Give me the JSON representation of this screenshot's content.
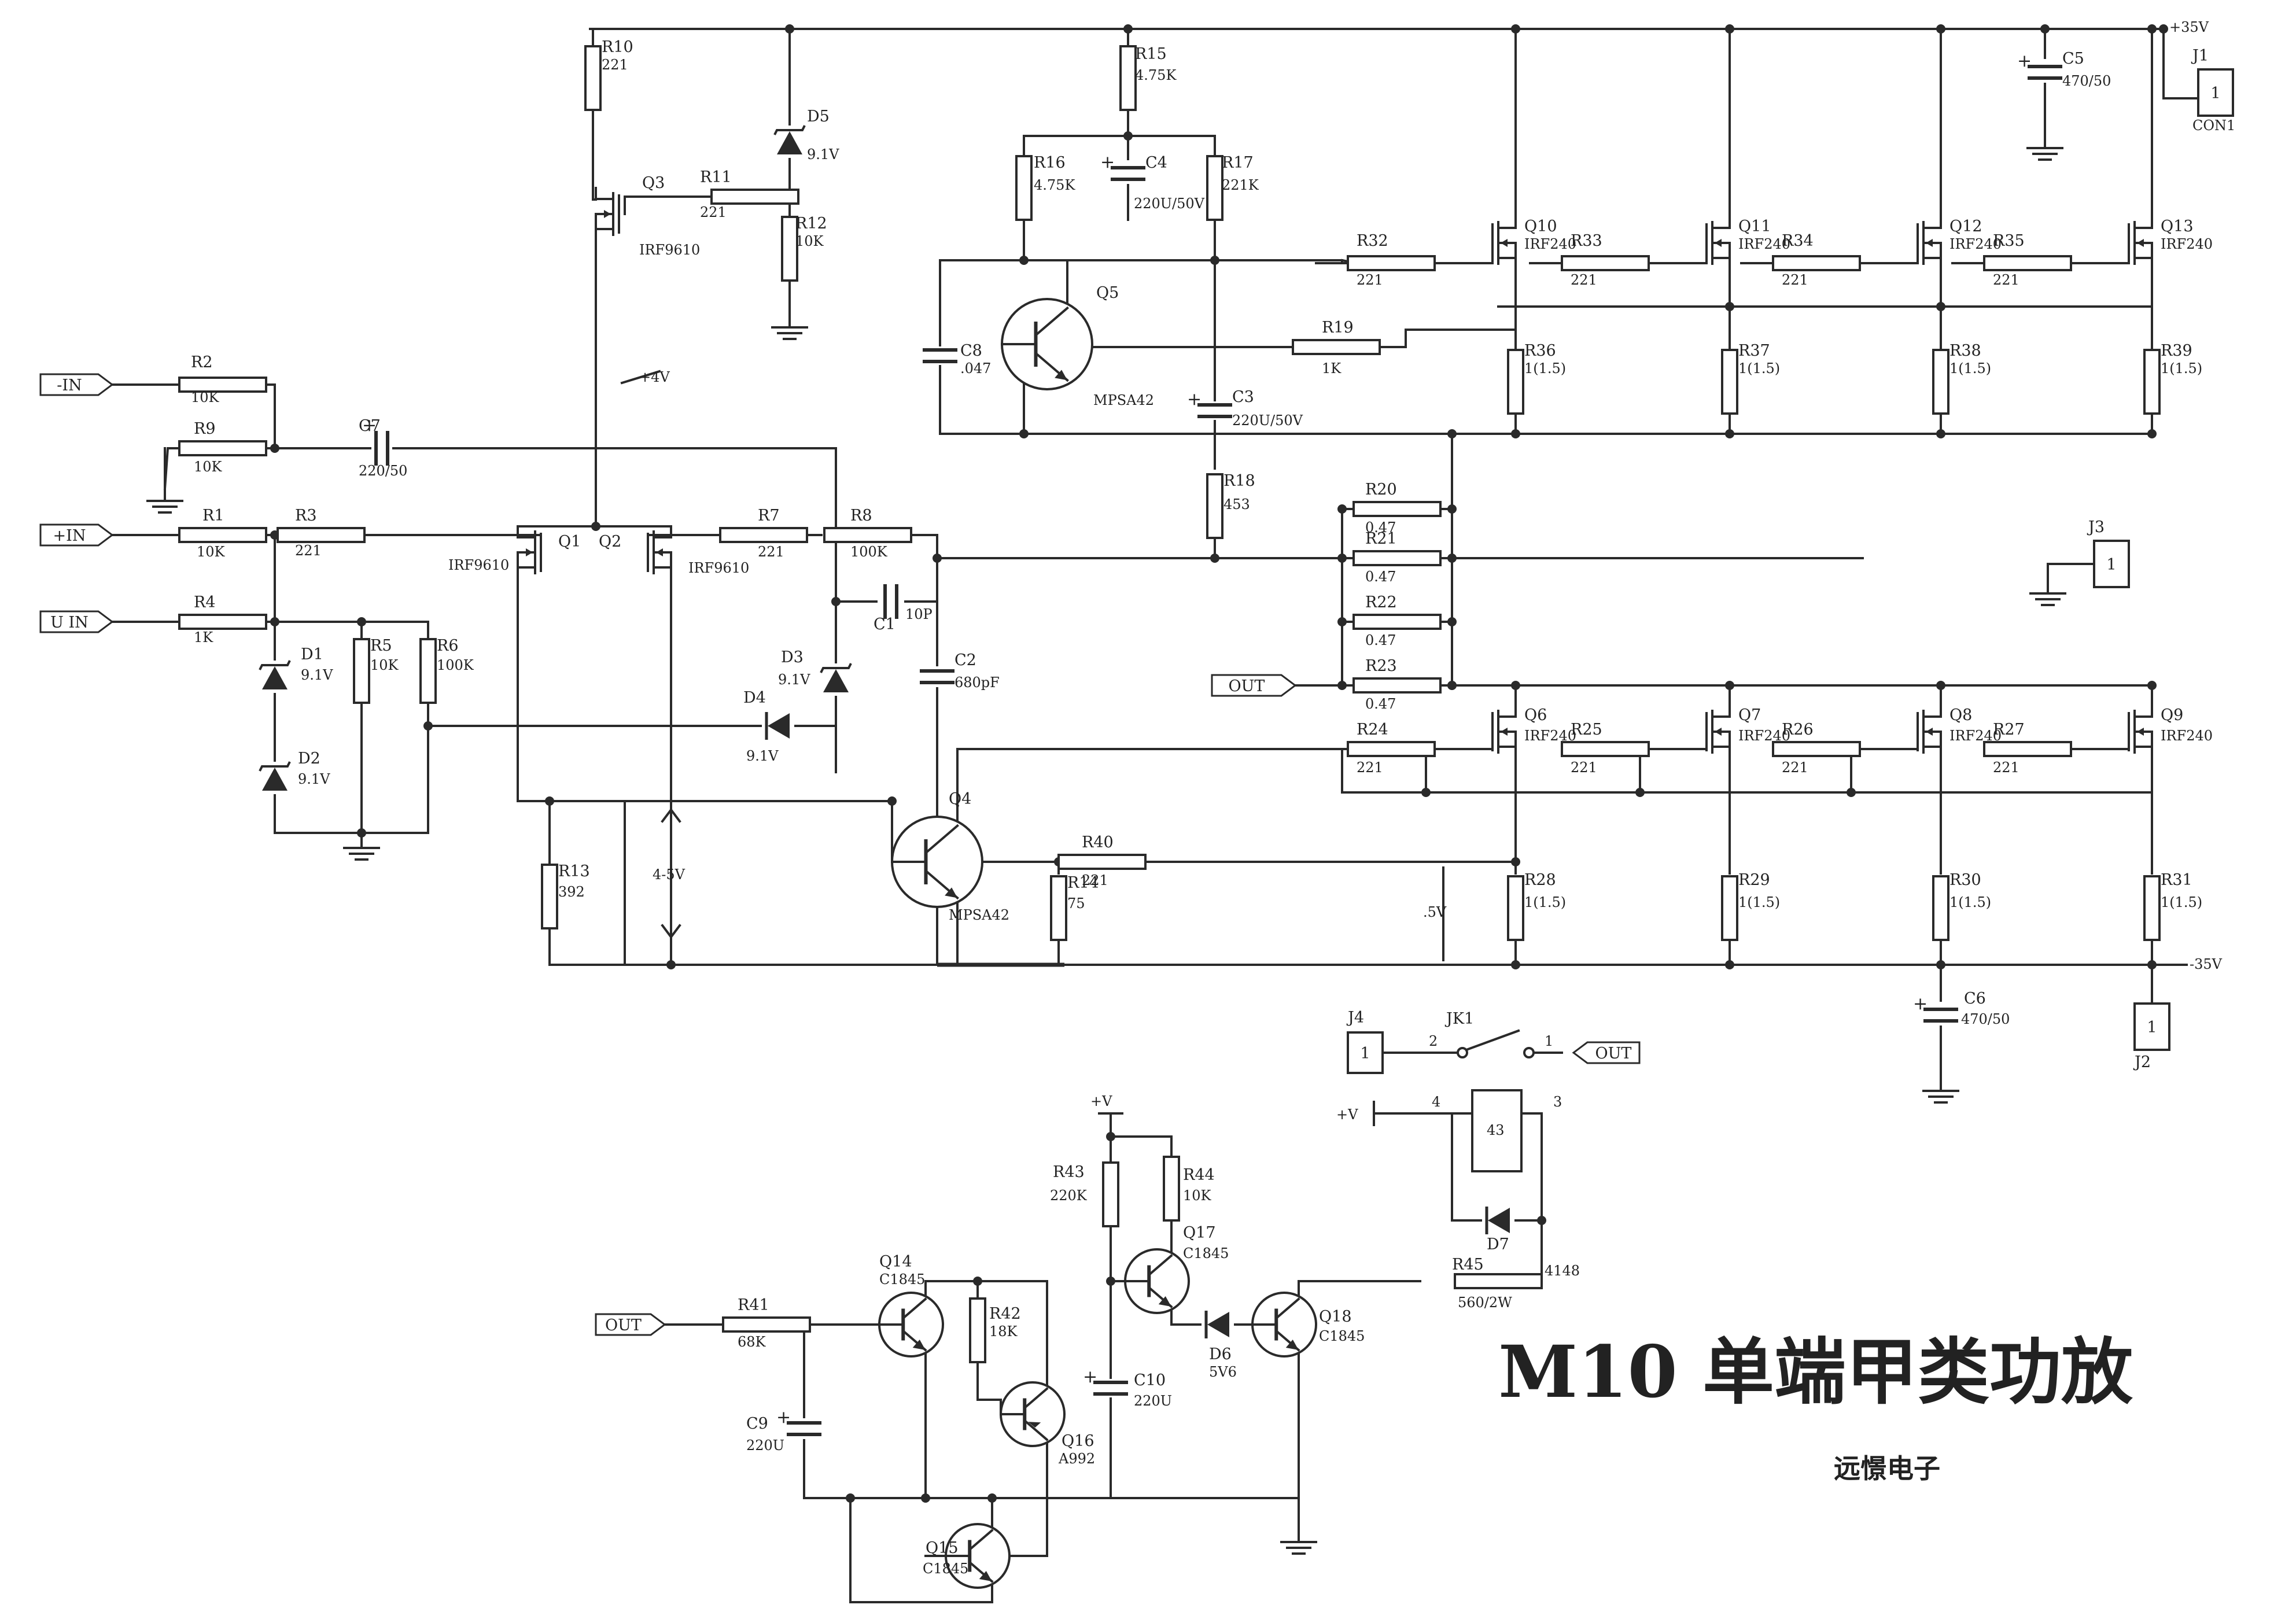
{
  "title": "M10 单端甲类功放",
  "subtitle": "远憬电子",
  "labels": {
    "rail_pos": "+35V",
    "rail_neg": "-35V",
    "plus4v": "+4V",
    "v45": "4-5V",
    "v5": ".5V",
    "vplus": "+V",
    "vplus2": "+V",
    "relay_num": "43",
    "pin4": "4",
    "pin3": "3",
    "pin2": "2",
    "pin1": "1",
    "jk1": "JK1",
    "j4pin": "1",
    "j1pin": "1",
    "j3pin": "1",
    "j2pin": "1",
    "con1": "CON1"
  },
  "ports": [
    "-IN",
    "+IN",
    "U IN",
    "OUT",
    "OUT",
    "OUT"
  ],
  "components": [
    {
      "ref": "R10",
      "val": "221"
    },
    {
      "ref": "D5",
      "val": "9.1V"
    },
    {
      "ref": "Q3",
      "val": "IRF9610"
    },
    {
      "ref": "R11",
      "val": "221"
    },
    {
      "ref": "R12",
      "val": "10K"
    },
    {
      "ref": "R15",
      "val": "4.75K"
    },
    {
      "ref": "R16",
      "val": "4.75K"
    },
    {
      "ref": "C4",
      "val": "220U/50V"
    },
    {
      "ref": "R17",
      "val": "221K"
    },
    {
      "ref": "C5",
      "val": "470/50"
    },
    {
      "ref": "J1",
      "val": ""
    },
    {
      "ref": "Q5",
      "val": "MPSA42"
    },
    {
      "ref": "C8",
      "val": ".047"
    },
    {
      "ref": "R19",
      "val": "1K"
    },
    {
      "ref": "C3",
      "val": "220U/50V"
    },
    {
      "ref": "R32",
      "val": "221"
    },
    {
      "ref": "Q10",
      "val": "IRF240"
    },
    {
      "ref": "R33",
      "val": "221"
    },
    {
      "ref": "Q11",
      "val": "IRF240"
    },
    {
      "ref": "R34",
      "val": "221"
    },
    {
      "ref": "Q12",
      "val": "IRF240"
    },
    {
      "ref": "R35",
      "val": "221"
    },
    {
      "ref": "Q13",
      "val": "IRF240"
    },
    {
      "ref": "R36",
      "val": "1(1.5)"
    },
    {
      "ref": "R37",
      "val": "1(1.5)"
    },
    {
      "ref": "R38",
      "val": "1(1.5)"
    },
    {
      "ref": "R39",
      "val": "1(1.5)"
    },
    {
      "ref": "R2",
      "val": "10K"
    },
    {
      "ref": "R9",
      "val": "10K"
    },
    {
      "ref": "C7",
      "val": "220/50"
    },
    {
      "ref": "R1",
      "val": "10K"
    },
    {
      "ref": "R3",
      "val": "221"
    },
    {
      "ref": "Q1",
      "val": "IRF9610"
    },
    {
      "ref": "Q2",
      "val": "IRF9610"
    },
    {
      "ref": "R7",
      "val": "221"
    },
    {
      "ref": "R8",
      "val": "100K"
    },
    {
      "ref": "R18",
      "val": "453"
    },
    {
      "ref": "R20",
      "val": "0.47"
    },
    {
      "ref": "R21",
      "val": "0.47"
    },
    {
      "ref": "R22",
      "val": "0.47"
    },
    {
      "ref": "R23",
      "val": "0.47"
    },
    {
      "ref": "J3",
      "val": ""
    },
    {
      "ref": "R4",
      "val": "1K"
    },
    {
      "ref": "D1",
      "val": "9.1V"
    },
    {
      "ref": "R5",
      "val": "10K"
    },
    {
      "ref": "R6",
      "val": "100K"
    },
    {
      "ref": "C1",
      "val": "10P"
    },
    {
      "ref": "D3",
      "val": "9.1V"
    },
    {
      "ref": "D4",
      "val": "9.1V"
    },
    {
      "ref": "C2",
      "val": "680pF"
    },
    {
      "ref": "D2",
      "val": "9.1V"
    },
    {
      "ref": "R24",
      "val": "221"
    },
    {
      "ref": "Q6",
      "val": "IRF240"
    },
    {
      "ref": "R25",
      "val": "221"
    },
    {
      "ref": "Q7",
      "val": "IRF240"
    },
    {
      "ref": "R26",
      "val": "221"
    },
    {
      "ref": "Q8",
      "val": "IRF240"
    },
    {
      "ref": "R27",
      "val": "221"
    },
    {
      "ref": "Q9",
      "val": "IRF240"
    },
    {
      "ref": "Q4",
      "val": "MPSA42"
    },
    {
      "ref": "R40",
      "val": "221"
    },
    {
      "ref": "R13",
      "val": "392"
    },
    {
      "ref": "R14",
      "val": "75"
    },
    {
      "ref": "R28",
      "val": "1(1.5)"
    },
    {
      "ref": "R29",
      "val": "1(1.5)"
    },
    {
      "ref": "R30",
      "val": "1(1.5)"
    },
    {
      "ref": "R31",
      "val": "1(1.5)"
    },
    {
      "ref": "C6",
      "val": "470/50"
    },
    {
      "ref": "J2",
      "val": ""
    },
    {
      "ref": "J4",
      "val": ""
    },
    {
      "ref": "R43",
      "val": "220K"
    },
    {
      "ref": "R44",
      "val": "10K"
    },
    {
      "ref": "Q17",
      "val": "C1845"
    },
    {
      "ref": "Q14",
      "val": "C1845"
    },
    {
      "ref": "R41",
      "val": "68K"
    },
    {
      "ref": "R42",
      "val": "18K"
    },
    {
      "ref": "Q16",
      "val": "A992"
    },
    {
      "ref": "C10",
      "val": "220U"
    },
    {
      "ref": "D6",
      "val": "5V6"
    },
    {
      "ref": "Q18",
      "val": "C1845"
    },
    {
      "ref": "R45",
      "val": "560/2W"
    },
    {
      "ref": "D7",
      "val": "4148"
    },
    {
      "ref": "C9",
      "val": "220U"
    },
    {
      "ref": "Q15",
      "val": "C1845"
    }
  ]
}
